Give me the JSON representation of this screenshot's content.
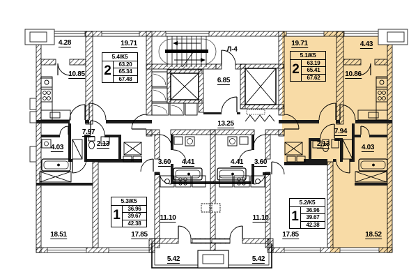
{
  "plan": {
    "highlight_color": "#F8DBA6",
    "units": [
      {
        "id": "5.4/К5",
        "rooms": "2",
        "area1": "63.20",
        "area2": "65.34",
        "area3": "67.48"
      },
      {
        "id": "5.1/К5",
        "rooms": "2",
        "area1": "63.19",
        "area2": "65.41",
        "area3": "67.62"
      },
      {
        "id": "5.3/К5",
        "rooms": "1",
        "area1": "36.96",
        "area2": "39.67",
        "area3": "42.38"
      },
      {
        "id": "5.2/К5",
        "rooms": "1",
        "area1": "36.96",
        "area2": "39.67",
        "area3": "42.38"
      }
    ],
    "labels": {
      "stairwell": "Л-4",
      "lobby": "6.85",
      "corridor": "13.25",
      "loggia_left": "4.28",
      "living_54": "19.71",
      "kitchen_54": "10.85",
      "hall_54": "7.97",
      "wc_54": "2.13",
      "bath_54": "4.03",
      "bedroom_54": "18.51",
      "living_53": "17.85",
      "kitchen_53": "11.10",
      "hall_53": "3.60",
      "bath_53": "4.41",
      "balcony_53": "5.42",
      "living_51": "19.71",
      "loggia_right": "4.43",
      "kitchen_51": "10.86",
      "hall_51": "7.94",
      "wc_51": "2.13",
      "bath_51": "4.03",
      "bedroom_51": "18.52",
      "living_52": "17.85",
      "kitchen_52": "11.10",
      "hall_52": "3.60",
      "bath_52": "4.41",
      "balcony_52": "5.42"
    }
  }
}
